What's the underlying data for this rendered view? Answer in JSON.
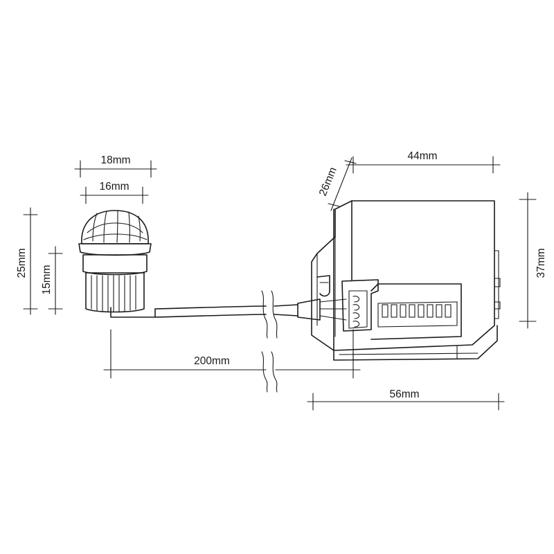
{
  "dimensions": {
    "lens_outer_width": "18mm",
    "lens_inner_width": "16mm",
    "sensor_total_height": "25mm",
    "sensor_base_height": "15mm",
    "cable_length": "200mm",
    "box_depth": "26mm",
    "box_top_width": "44mm",
    "box_height": "37mm",
    "box_total_width": "56mm"
  },
  "colors": {
    "line": "#1a1a1a",
    "background": "#ffffff"
  }
}
